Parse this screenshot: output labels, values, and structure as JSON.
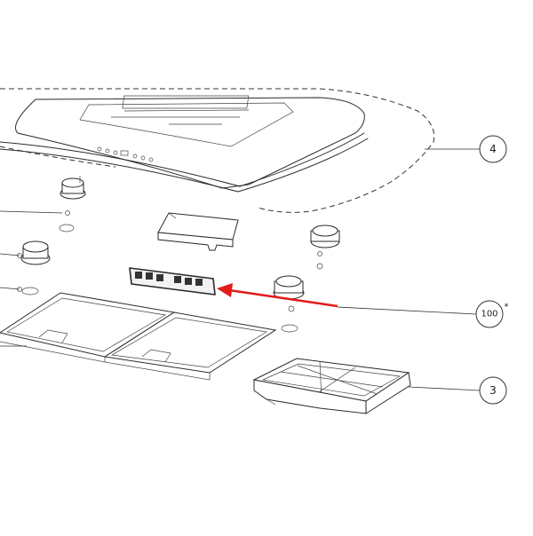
{
  "callouts": [
    {
      "id": "4",
      "label": "4"
    },
    {
      "id": "100",
      "label": "100",
      "note": "*"
    },
    {
      "id": "3",
      "label": "3"
    }
  ],
  "colors": {
    "line": "#2a2a2a",
    "highlight_arrow": "#e31b1b",
    "background": "#ffffff"
  }
}
